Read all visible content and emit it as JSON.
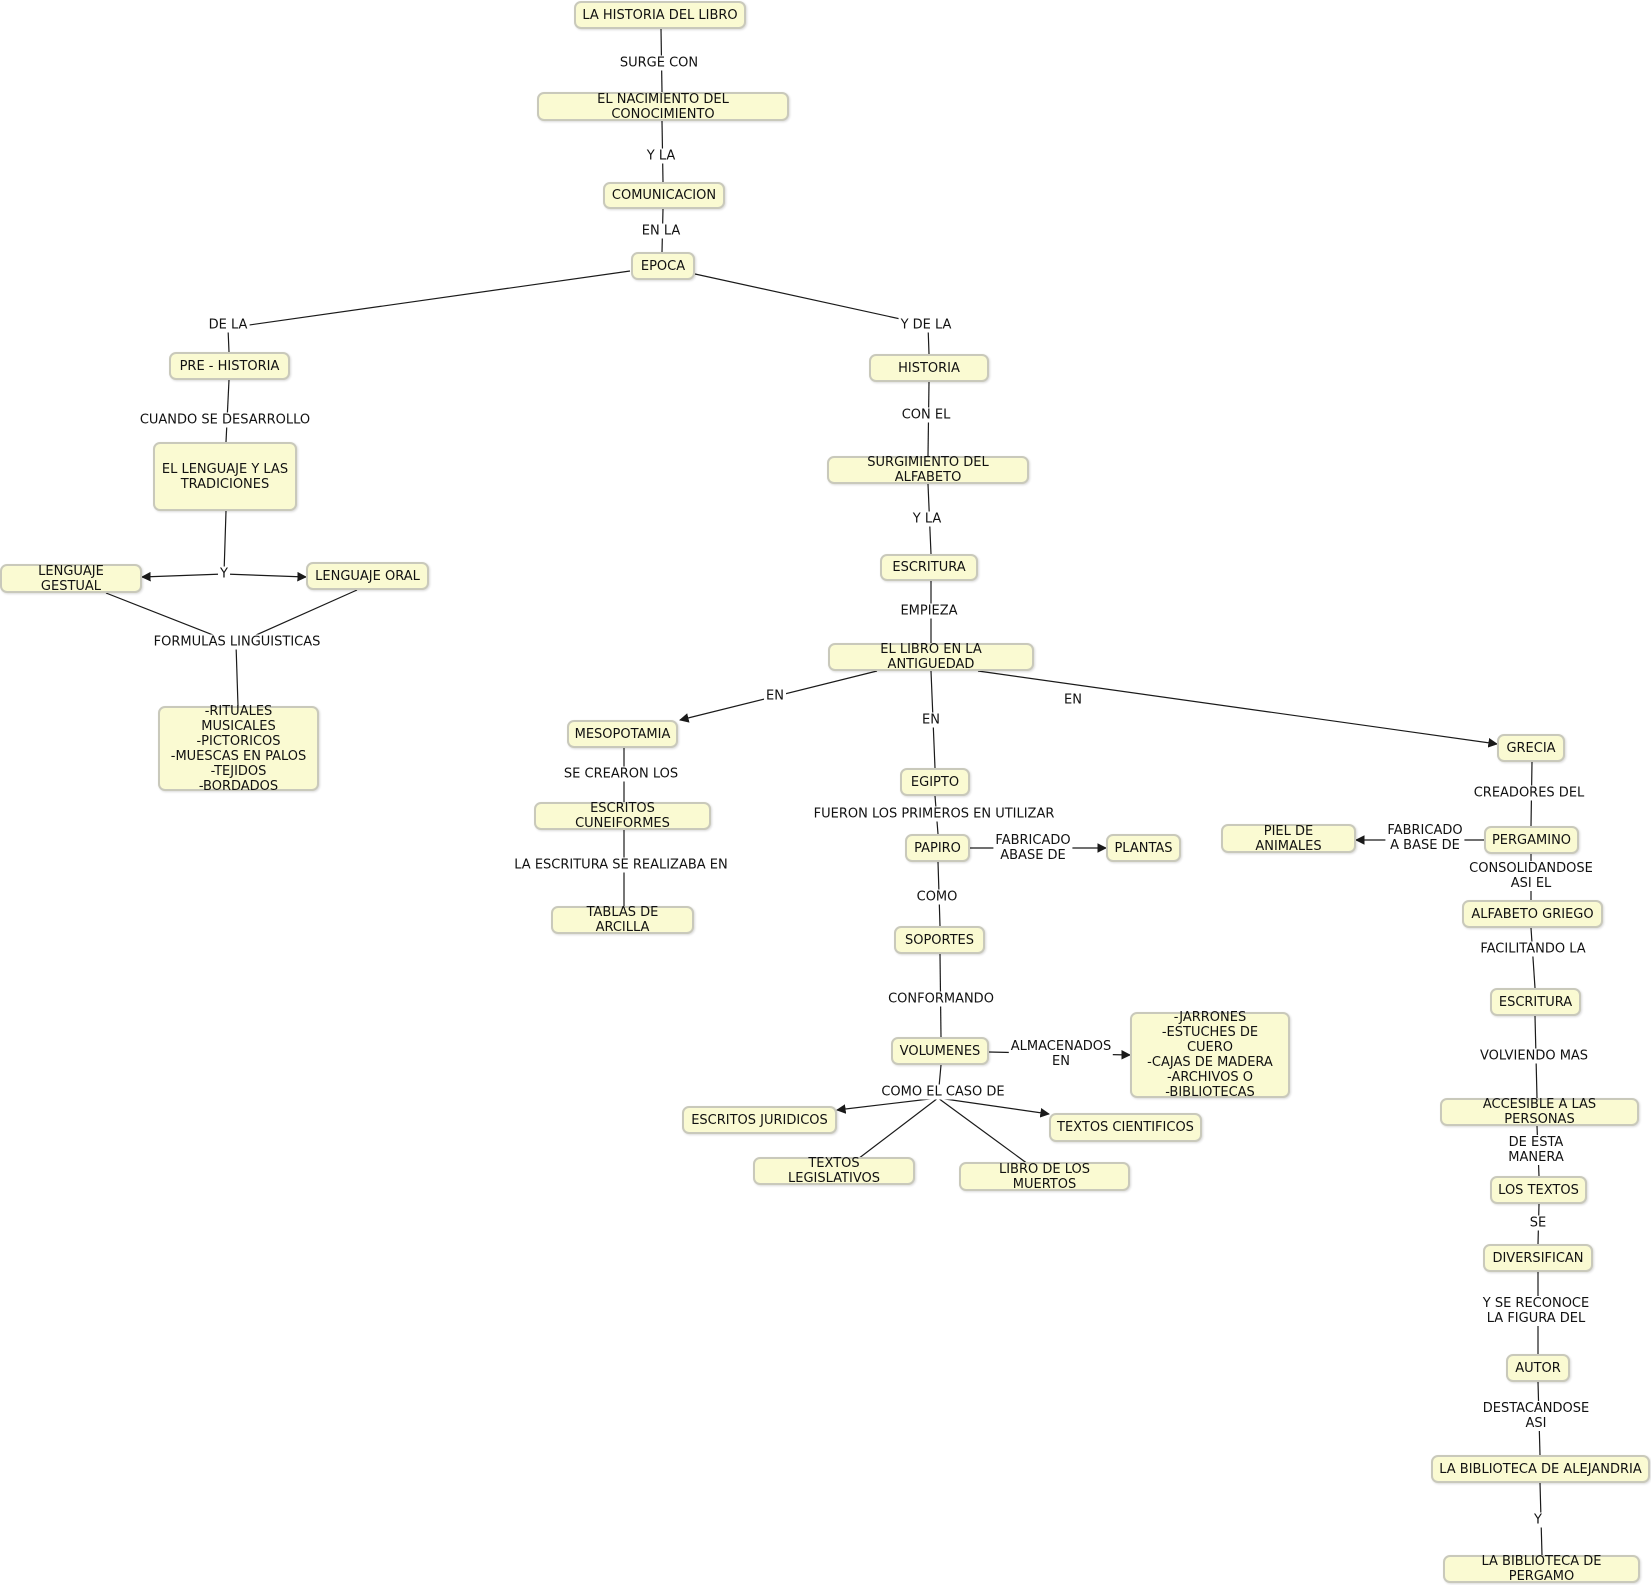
{
  "nodes": {
    "historia_libro": "LA HISTORIA DEL LIBRO",
    "nacimiento": "EL NACIMIENTO DEL CONOCIMIENTO",
    "comunicacion": "COMUNICACION",
    "epoca": "EPOCA",
    "prehistoria": "PRE - HISTORIA",
    "historia": "HISTORIA",
    "lenguaje_tradiciones": "EL LENGUAJE Y LAS\nTRADICIONES",
    "lenguaje_gestual": "LENGUAJE GESTUAL",
    "lenguaje_oral": "LENGUAJE ORAL",
    "rituales": "-RITUALES MUSICALES\n-PICTORICOS\n-MUESCAS EN PALOS\n-TEJIDOS\n-BORDADOS",
    "surgimiento_alfabeto": "SURGIMIENTO DEL ALFABETO",
    "escritura": "ESCRITURA",
    "libro_antiguedad": "EL LIBRO EN LA ANTIGUEDAD",
    "mesopotamia": "MESOPOTAMIA",
    "escritos_cuneiformes": "ESCRITOS CUNEIFORMES",
    "tablas_arcilla": "TABLAS DE ARCILLA",
    "egipto": "EGIPTO",
    "papiro": "PAPIRO",
    "plantas": "PLANTAS",
    "soportes": "SOPORTES",
    "volumenes": "VOLUMENES",
    "jarrones": "-JARRONES\n-ESTUCHES DE CUERO\n-CAJAS DE MADERA\n-ARCHIVOS O\n-BIBLIOTECAS",
    "escritos_juridicos": "ESCRITOS JURIDICOS",
    "textos_legislativos": "TEXTOS LEGISLATIVOS",
    "libro_muertos": "LIBRO DE LOS MUERTOS",
    "textos_cientificos": "TEXTOS CIENTIFICOS",
    "grecia": "GRECIA",
    "pergamino": "PERGAMINO",
    "piel_animales": "PIEL DE ANIMALES",
    "alfabeto_griego": "ALFABETO GRIEGO",
    "escritura_grecia": "ESCRITURA",
    "accesible": "ACCESIBLE A LAS PERSONAS",
    "los_textos": "LOS TEXTOS",
    "diversifican": "DIVERSIFICAN",
    "autor": "AUTOR",
    "biblioteca_alejandria": "LA BIBLIOTECA DE ALEJANDRIA",
    "biblioteca_pergamo": "LA BIBLIOTECA DE PERGAMO"
  },
  "links": {
    "surge_con": "SURGE CON",
    "y_la_1": "Y LA",
    "en_la": "EN LA",
    "de_la": "DE LA",
    "y_de_la": "Y DE LA",
    "cuando_se_desarrollo": "CUANDO SE DESARROLLO",
    "y_lenguaje": "Y",
    "formulas_linguisticas": "FORMULAS LINGUISTICAS",
    "con_el": "CON EL",
    "y_la_2": "Y LA",
    "empieza": "EMPIEZA",
    "en_meso": "EN",
    "en_egipto": "EN",
    "en_grecia": "EN",
    "se_crearon_los": "SE CREARON LOS",
    "la_escritura_se_realizaba_en": "LA ESCRITURA SE REALIZABA EN",
    "fueron_los_primeros": "FUERON LOS PRIMEROS EN UTILIZAR",
    "fabricado_abase_de": "FABRICADO\nABASE DE",
    "como": "COMO",
    "conformando": "CONFORMANDO",
    "almacenados_en": "ALMACENADOS\nEN",
    "como_el_caso_de": "COMO EL CASO DE",
    "creadores_del": "CREADORES DEL",
    "fabricado_a_base_de": "FABRICADO\nA BASE DE",
    "consolidandose": "CONSOLIDANDOSE ASI EL",
    "facilitando_la": "FACILITANDO LA",
    "volviendo_mas": "VOLVIENDO MAS",
    "de_esta_manera": "DE ESTA MANERA",
    "se": "SE",
    "y_se_reconoce": "Y SE RECONOCE LA FIGURA DEL",
    "destacandose_asi": "DESTACANDOSE ASI",
    "y_bibliotecas": "Y"
  },
  "colors": {
    "node_fill": "#fafad2",
    "node_border": "#c9c9bb",
    "line": "#1a1a1a"
  }
}
